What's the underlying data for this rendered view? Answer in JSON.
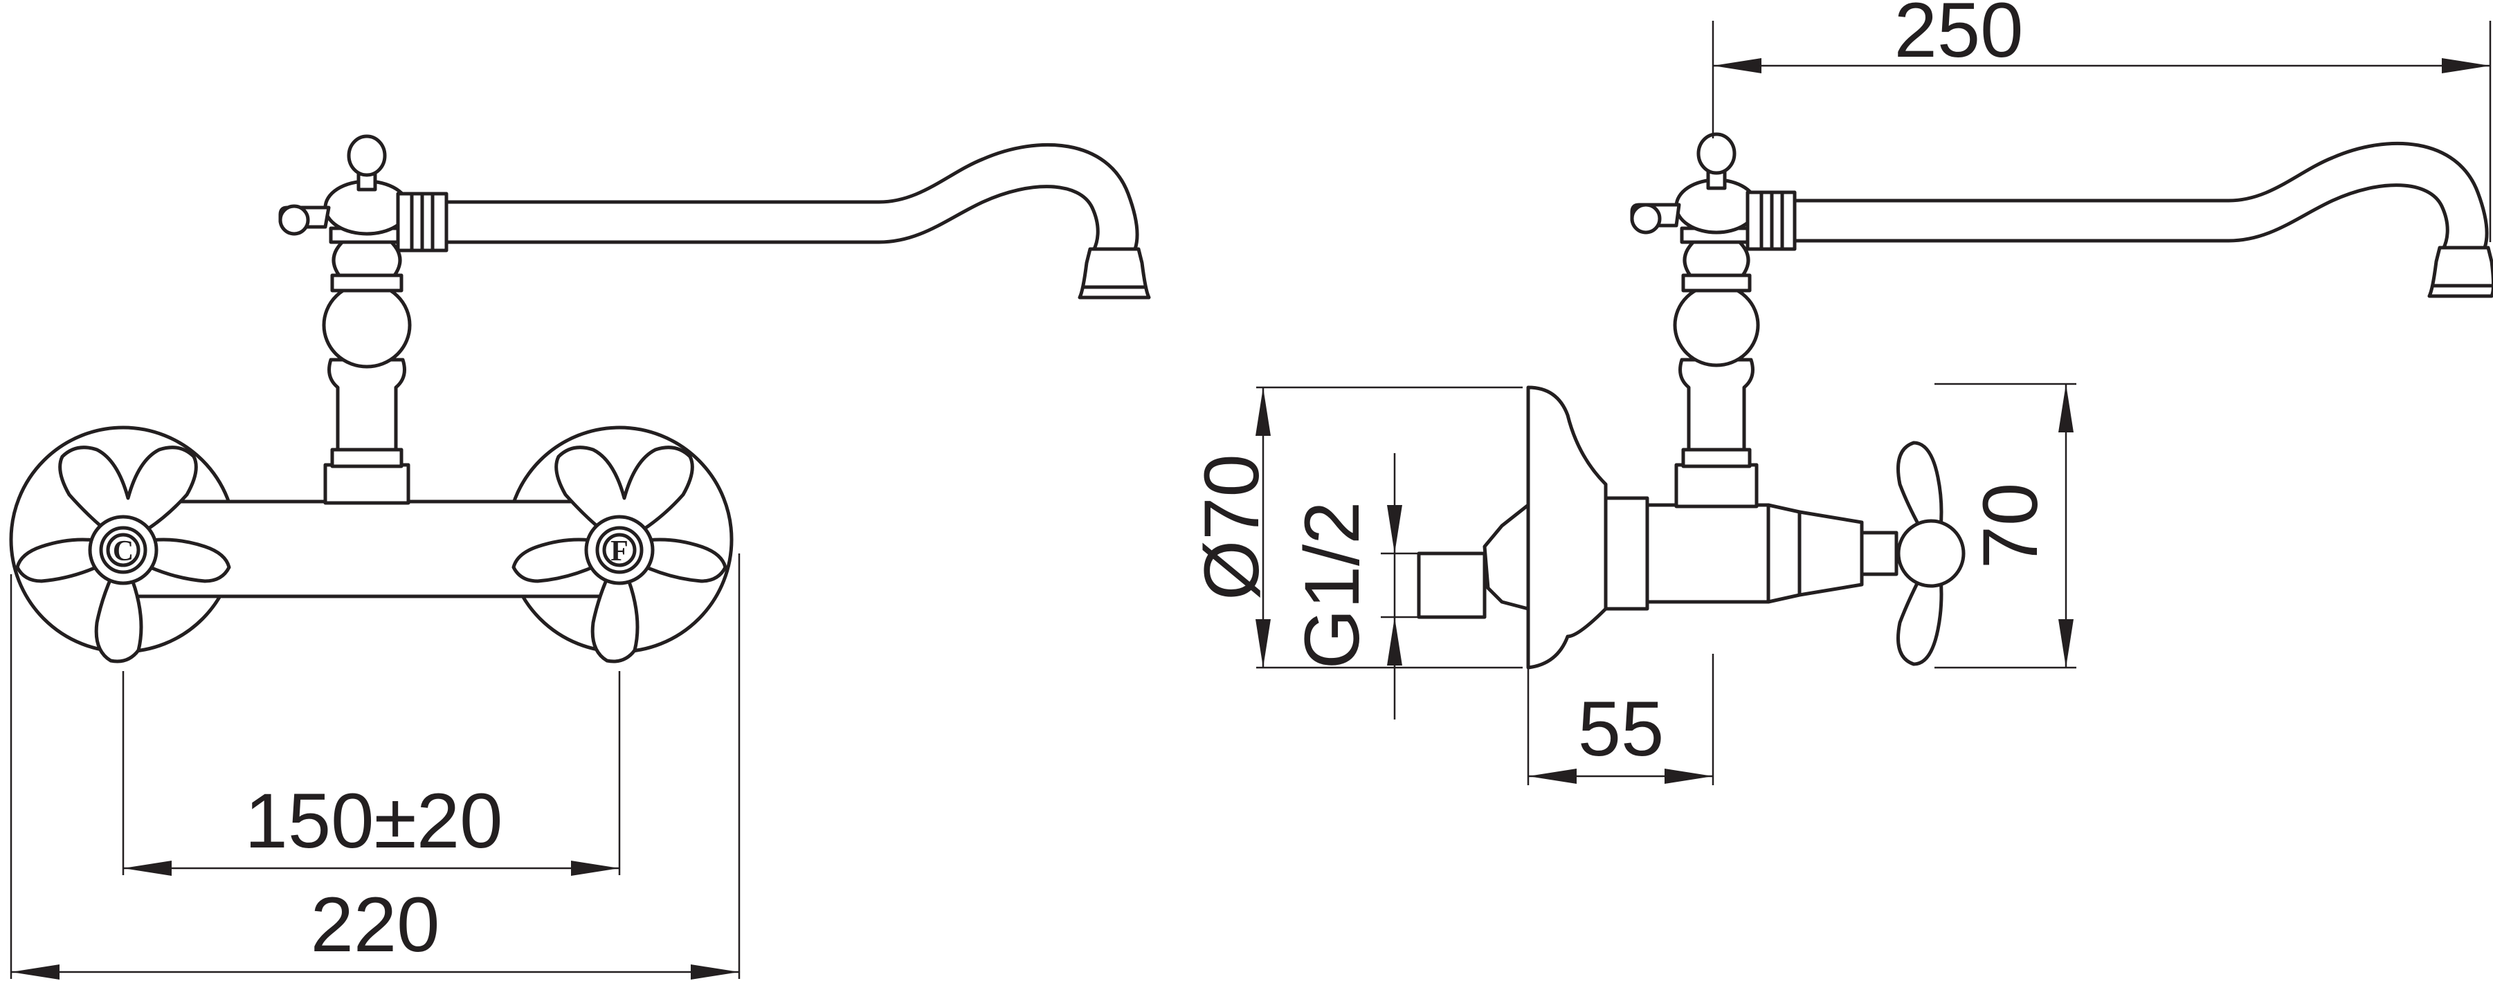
{
  "dimensions": {
    "handle_spacing": "150±20",
    "overall_width": "220",
    "spout_reach": "250",
    "flange_diameter": "Ø70",
    "thread_size": "G1/2",
    "wall_projection": "55",
    "handle_height": "70"
  },
  "handle_marks": {
    "cold": "C",
    "hot": "F"
  }
}
